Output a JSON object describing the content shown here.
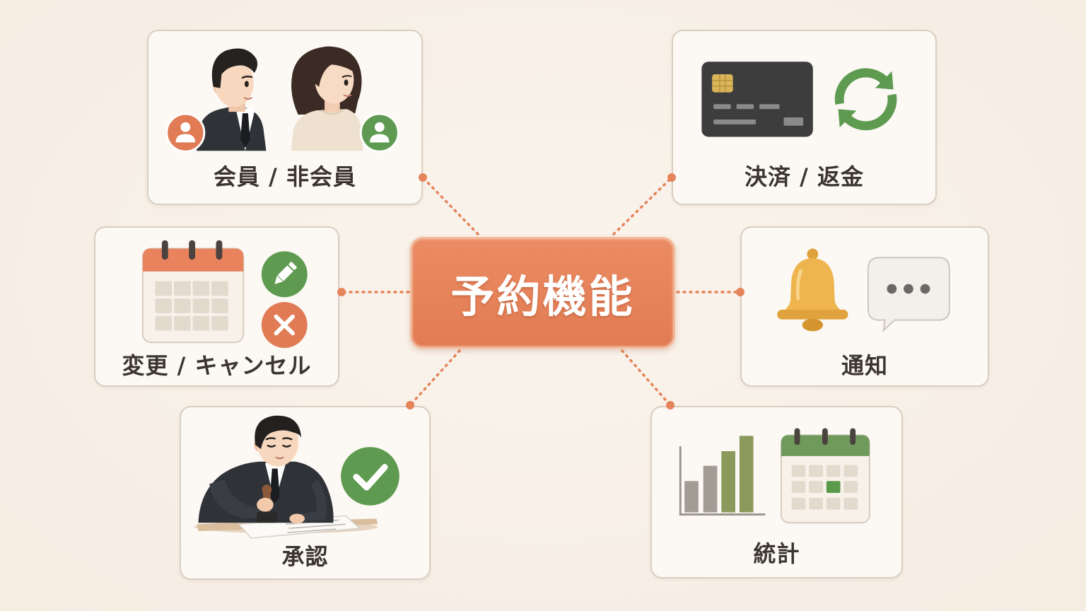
{
  "title": "予約機能",
  "nodes": [
    {
      "label": "会員 / 非会員",
      "icons": [
        "man-avatar",
        "woman-avatar",
        "member-badge-icon",
        "non-member-badge-icon"
      ]
    },
    {
      "label": "決済 / 返金",
      "icons": [
        "credit-card-icon",
        "refresh-icon"
      ]
    },
    {
      "label": "変更 / キャンセル",
      "icons": [
        "calendar-icon",
        "pencil-icon",
        "close-icon"
      ]
    },
    {
      "label": "通知",
      "icons": [
        "bell-icon",
        "speech-bubble-icon"
      ]
    },
    {
      "label": "承認",
      "icons": [
        "businessman-stamping-illustration",
        "check-icon"
      ]
    },
    {
      "label": "統計",
      "icons": [
        "bar-chart-icon",
        "calendar-icon"
      ]
    }
  ],
  "colors": {
    "background": "#f7efe6",
    "accent": "#e8835b",
    "green": "#5e9a50",
    "card_border": "#d9cec2",
    "text": "#3b3531"
  }
}
